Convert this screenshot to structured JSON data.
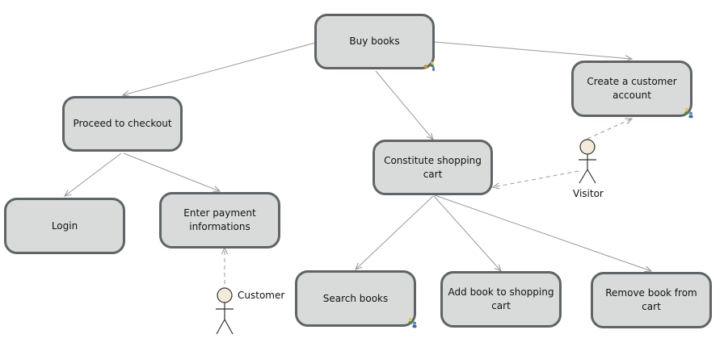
{
  "nodes": {
    "buy_books": "Buy books",
    "proceed_to_checkout": "Proceed to checkout",
    "create_customer_account": "Create a customer account",
    "constitute_shopping_cart": "Constitute shopping cart",
    "login": "Login",
    "enter_payment_informations": "Enter payment informations",
    "search_books": "Search books",
    "add_book_to_shopping_cart": "Add book to shopping cart",
    "remove_book_from_cart": "Remove book from cart"
  },
  "actors": {
    "customer": "Customer",
    "visitor": "Visitor"
  },
  "colors": {
    "node_fill": "#d9dbdb",
    "node_border": "#5f6466",
    "edge": "#9a9a9a",
    "actor_head": "#f3ead9"
  },
  "badges": {
    "buy_books": "key-and-people-icon",
    "create_customer_account": "people-icon",
    "search_books": "people-icon"
  }
}
